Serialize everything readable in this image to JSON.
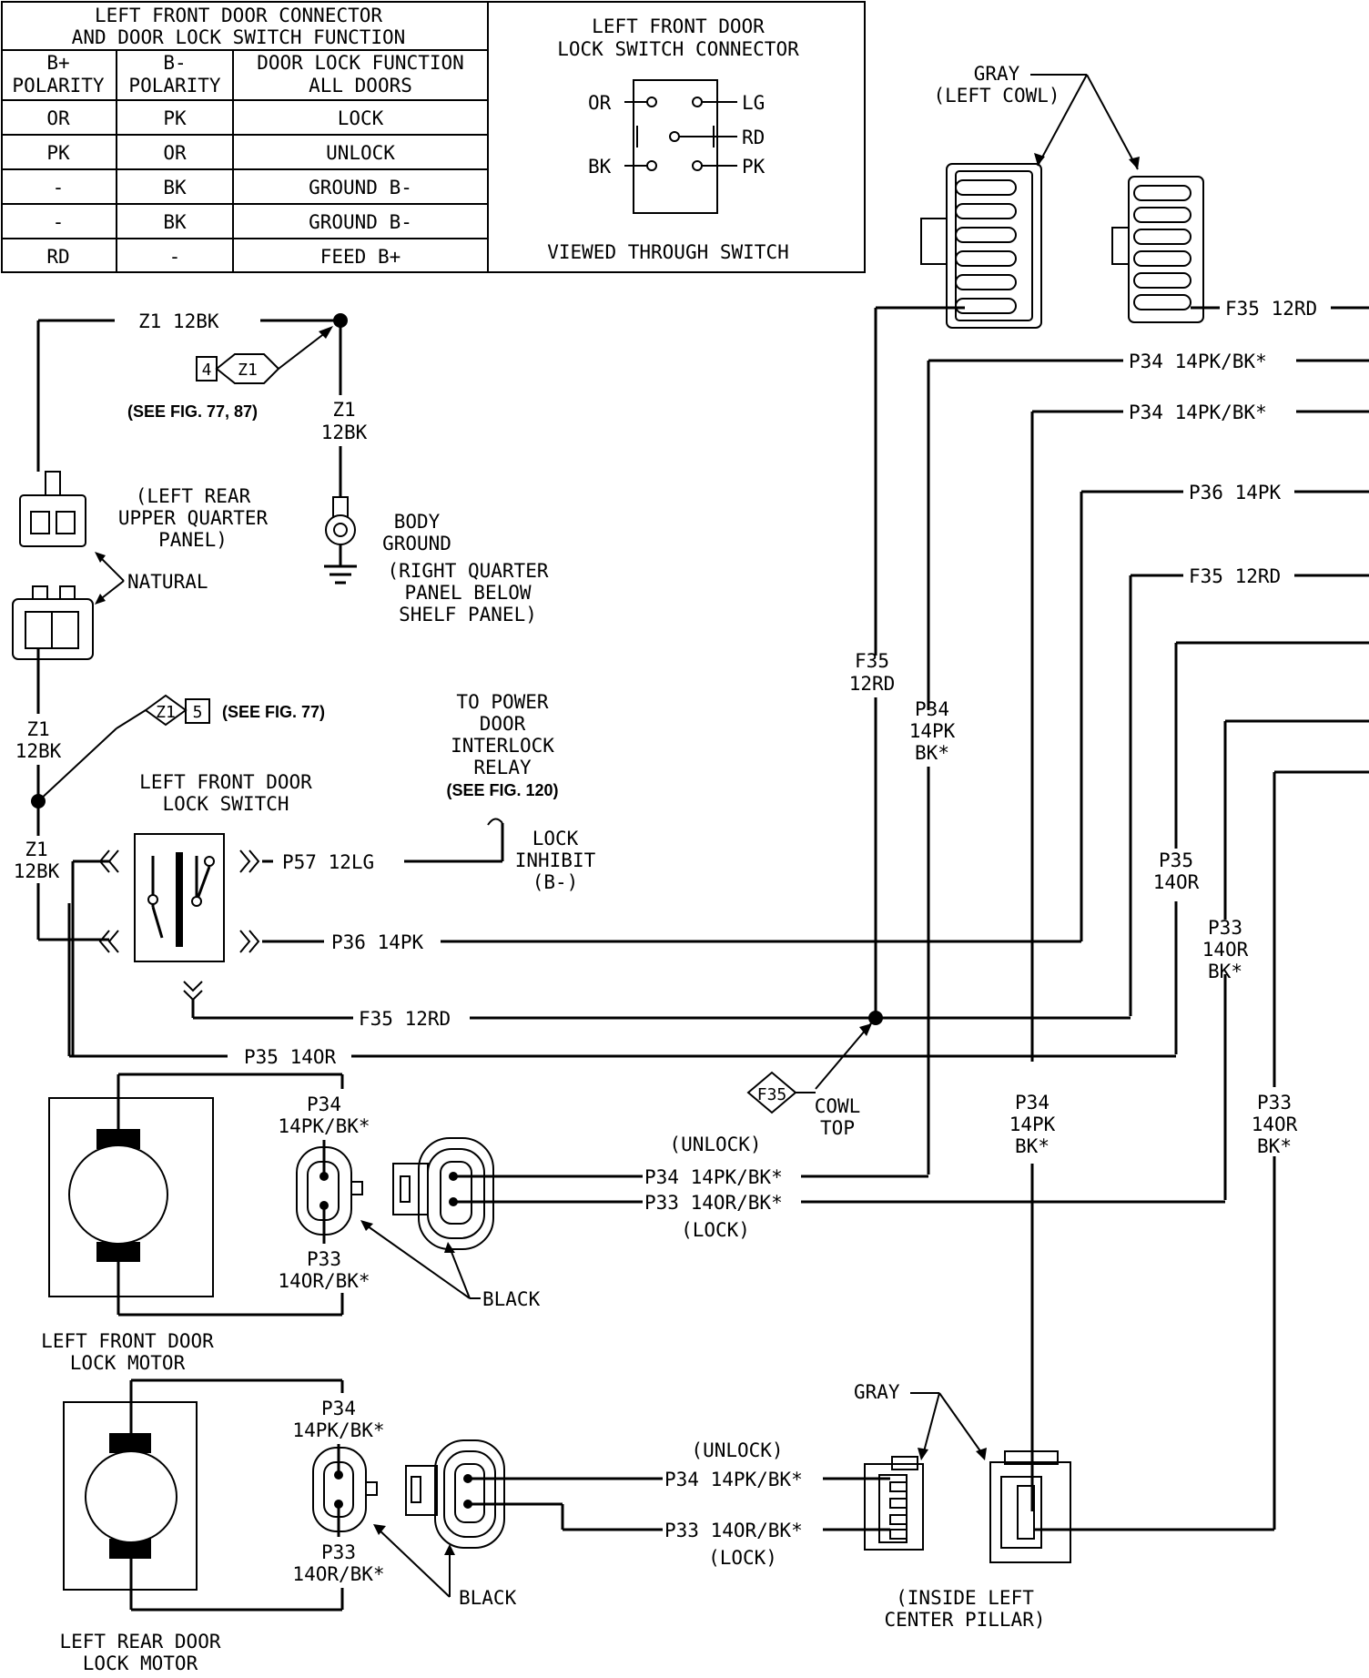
{
  "table": {
    "title_line1": "LEFT FRONT DOOR CONNECTOR",
    "title_line2": "AND DOOR LOCK SWITCH FUNCTION",
    "headers": [
      [
        "B+",
        "POLARITY"
      ],
      [
        "B-",
        "POLARITY"
      ],
      [
        "DOOR LOCK FUNCTION",
        "ALL DOORS"
      ]
    ],
    "rows": [
      [
        "OR",
        "PK",
        "LOCK"
      ],
      [
        "PK",
        "OR",
        "UNLOCK"
      ],
      [
        "-",
        "BK",
        "GROUND B-"
      ],
      [
        "-",
        "BK",
        "GROUND B-"
      ],
      [
        "RD",
        "-",
        "FEED B+"
      ]
    ]
  },
  "switch_connector": {
    "title_line1": "LEFT FRONT DOOR",
    "title_line2": "LOCK SWITCH CONNECTOR",
    "pins": [
      "OR",
      "LG",
      "RD",
      "BK",
      "PK"
    ],
    "caption": "VIEWED THROUGH SWITCH"
  },
  "cowl": {
    "label_line1": "GRAY",
    "label_line2": "(LEFT COWL)"
  },
  "wires": {
    "f35_top": "F35 12RD",
    "p34_a": "P34 14PK/BK*",
    "p34_b": "P34 14PK/BK*",
    "p36_right": "P36 14PK",
    "f35_right": "F35 12RD",
    "f35_vert": [
      "F35",
      "12RD"
    ],
    "p34_vert": [
      "P34",
      "14PK",
      "BK*"
    ],
    "p35_vert": [
      "P35",
      "14OR"
    ],
    "p33_vert": [
      "P33",
      "14OR",
      "BK*"
    ],
    "p34_vert2": [
      "P34",
      "14PK",
      "BK*"
    ],
    "p33_vert2": [
      "P33",
      "14OR",
      "BK*"
    ],
    "z1_top": "Z1 12BK",
    "z1_vert": [
      "Z1",
      "12BK"
    ],
    "z1_left": [
      "Z1",
      "12BK"
    ],
    "z1_left2": [
      "Z1",
      "12BK"
    ],
    "p57": "P57 12LG",
    "p36_mid": "P36 14PK",
    "f35_mid": "F35 12RD",
    "p35_mid": "P35 14OR"
  },
  "refs": {
    "z1_tag_num": "4",
    "z1_tag": "Z1",
    "see_fig_1": "(SEE FIG. 77, 87)",
    "z1_tag2": "Z1",
    "z1_tag2_num": "5",
    "see_fig_2": "(SEE FIG. 77)",
    "f35_tag": "F35"
  },
  "labels": {
    "left_rear_quarter": [
      "(LEFT REAR",
      "UPPER QUARTER",
      "PANEL)"
    ],
    "natural": "NATURAL",
    "body_ground": [
      "BODY",
      "GROUND"
    ],
    "right_quarter": [
      "(RIGHT QUARTER",
      "PANEL BELOW",
      "SHELF PANEL)"
    ],
    "power_door": [
      "TO POWER",
      "DOOR",
      "INTERLOCK",
      "RELAY"
    ],
    "see_fig_120": "(SEE FIG. 120)",
    "lock_inhibit": [
      "LOCK",
      "INHIBIT",
      "(B-)"
    ],
    "lf_switch": [
      "LEFT FRONT DOOR",
      "LOCK SWITCH"
    ],
    "cowl_top": [
      "COWL",
      "TOP"
    ],
    "unlock": "(UNLOCK)",
    "lock": "(LOCK)",
    "lf_motor_p34": [
      "P34",
      "14PK/BK*"
    ],
    "lf_motor_p33": [
      "P33",
      "14OR/BK*"
    ],
    "black": "BLACK",
    "lf_p34_wire": "P34 14PK/BK*",
    "lf_p33_wire": "P33 14OR/BK*",
    "lf_motor": [
      "LEFT FRONT DOOR",
      "LOCK MOTOR"
    ],
    "lr_motor_p34": [
      "P34",
      "14PK/BK*"
    ],
    "lr_motor_p33": [
      "P33",
      "14OR/BK*"
    ],
    "black2": "BLACK",
    "unlock2": "(UNLOCK)",
    "lock2": "(LOCK)",
    "lr_p34_wire": "P34 14PK/BK*",
    "lr_p33_wire": "P33 14OR/BK*",
    "lr_motor": [
      "LEFT REAR DOOR",
      "LOCK MOTOR"
    ],
    "gray_pillar": "GRAY",
    "pillar": [
      "(INSIDE LEFT",
      "CENTER PILLAR)"
    ]
  }
}
